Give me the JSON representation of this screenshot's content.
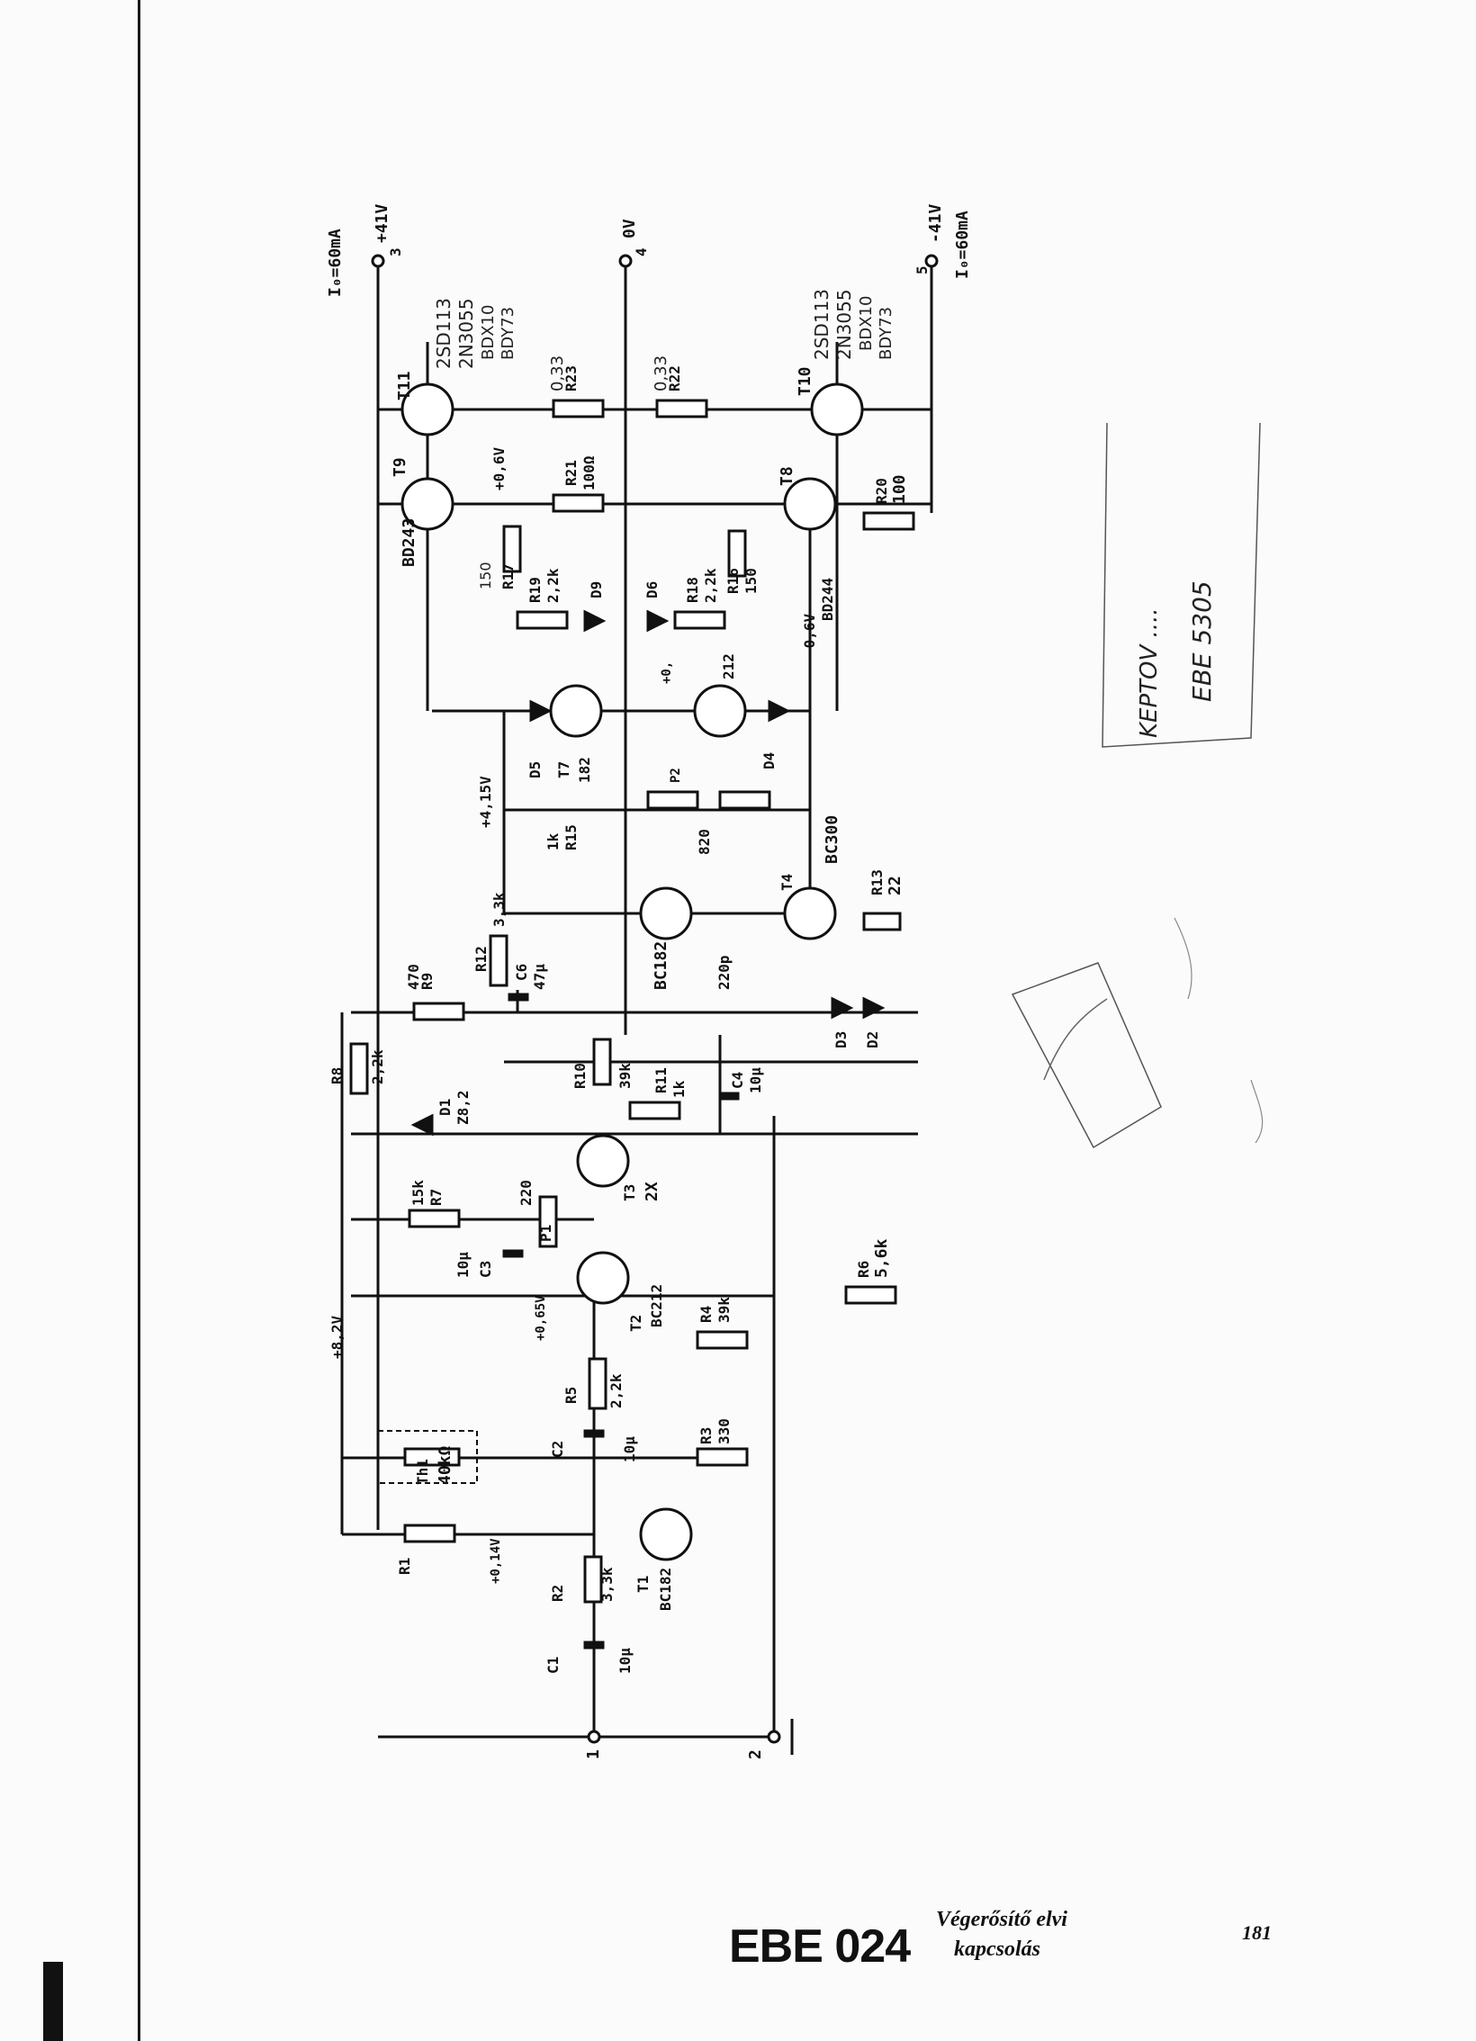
{
  "document": {
    "code": "EBE 024",
    "description_line1": "Végerősítő elvi",
    "description_line2": "kapcsolás",
    "page_number": "181"
  },
  "terminals": {
    "t1": "1",
    "t2": "2",
    "t3": "3",
    "t4": "4",
    "t5": "5",
    "plus41": "+41V",
    "zero": "0V",
    "minus41": "-41V",
    "io_top": "I₀=60mA",
    "io_bottom": "I₀=60mA"
  },
  "transistors": {
    "t11": "T11",
    "t11_types": [
      "2SD113",
      "2N3055",
      "BDX10",
      "BDY73"
    ],
    "t10": "T10",
    "t10_types": [
      "2SD113",
      "2N3055",
      "BDX10",
      "BDY73"
    ],
    "t9": "T9",
    "t9_type": "BD243",
    "t8": "T8",
    "t8_type": "BD244",
    "t7": "T7",
    "t7_type": "182",
    "t6_type": "212",
    "t5_type": "BC182",
    "t4": "T4",
    "t4_type": "BC300",
    "t3": "T3",
    "t3_type": "2X",
    "t2": "T2",
    "t2_type": "BC212",
    "t1": "T1",
    "t1_type": "BC182"
  },
  "resistors": {
    "r23": "R23",
    "r23_val": "0,33",
    "r22": "R22",
    "r22_val": "0,33",
    "r21": "R21",
    "r21_val": "100Ω",
    "r20": "R20",
    "r20_val": "100",
    "r19": "R19",
    "r19_val": "2,2k",
    "r18": "R18",
    "r18_val": "2,2k",
    "r17": "R17",
    "r17_val": "150",
    "r16": "R16",
    "r16_val": "150",
    "r15": "R15",
    "r15_val": "1k",
    "r14_val": "820",
    "r13": "R13",
    "r13_val": "22",
    "r12": "R12",
    "r12_val": "3,3k",
    "r11": "R11",
    "r11_val": "1k",
    "r10": "R10",
    "r10_val": "39k",
    "r9": "R9",
    "r9_val": "470",
    "r8": "R8",
    "r8_val": "2,2k",
    "r7": "R7",
    "r7_val": "15k",
    "r6": "R6",
    "r6_val": "5,6k",
    "r5": "R5",
    "r5_val": "2,2k",
    "r4": "R4",
    "r4_val": "39k",
    "r3": "R3",
    "r3_val": "330",
    "r2": "R2",
    "r2_val": "3,3k",
    "r1": "R1",
    "th1": "Th1",
    "th1_val": "40kΩ",
    "p1": "P1",
    "p1_val": "220",
    "p2": "P2"
  },
  "capacitors": {
    "c6": "C6",
    "c6_val": "47μ",
    "c4": "C4",
    "c4_val": "10μ",
    "c3": "C3",
    "c3_val": "10μ",
    "c2": "C2",
    "c2_val": "10μ",
    "c1": "C1",
    "c1_val": "10μ",
    "c5_val": "220p"
  },
  "diodes": {
    "d1": "D1",
    "d1_val": "Z8,2",
    "d2": "D2",
    "d3": "D3",
    "d4": "D4",
    "d5": "D5",
    "d6": "D6",
    "d9": "D9"
  },
  "voltages": {
    "v_t11": "+0,6V",
    "v_t8": "-0,6V",
    "v_415": "+4,15V",
    "v_82": "+8,2V",
    "v_065": "+0,65V",
    "v_014": "+0,14V",
    "v_t6": "+0,"
  },
  "handwriting": {
    "box1_line1": "KEPTOV ....",
    "box1_line2": "EBE 5305"
  }
}
